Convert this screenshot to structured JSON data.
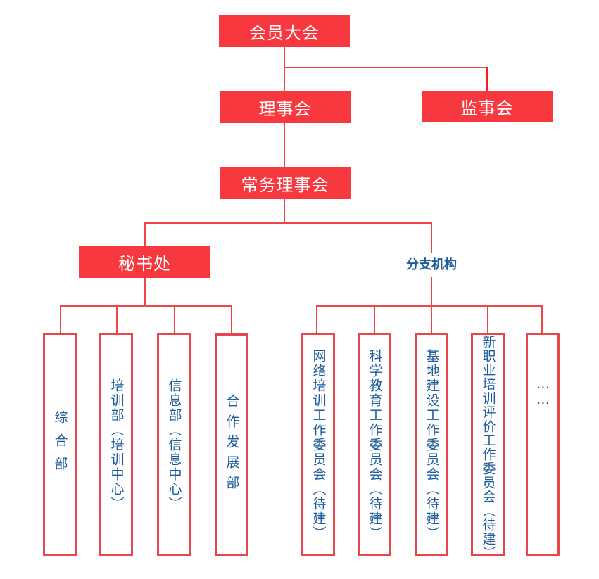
{
  "colors": {
    "node_fill": "#f7383f",
    "line": "#f0444b",
    "text_blue": "#1f5c9c",
    "node_text": "#ffffff"
  },
  "nodes": {
    "general_assembly": "会员大会",
    "council": "理事会",
    "supervisory_board": "监事会",
    "standing_council": "常务理事会",
    "secretariat": "秘书处",
    "branches": "分支机构"
  },
  "secretariat_departments": [
    {
      "label": "综合部"
    },
    {
      "label": "培训部（培训中心）"
    },
    {
      "label": "信息部（信息中心）"
    },
    {
      "label": "合作发展部"
    }
  ],
  "branch_committees": [
    {
      "label": "网络培训工作委员会（待建）"
    },
    {
      "label": "科学教育工作委员会（待建）"
    },
    {
      "label": "基地建设工作委员会（待建）"
    },
    {
      "label": "新职业培训评价工作委员会（待建）"
    },
    {
      "label": "……",
      "icon": "ellipsis-icon"
    }
  ]
}
